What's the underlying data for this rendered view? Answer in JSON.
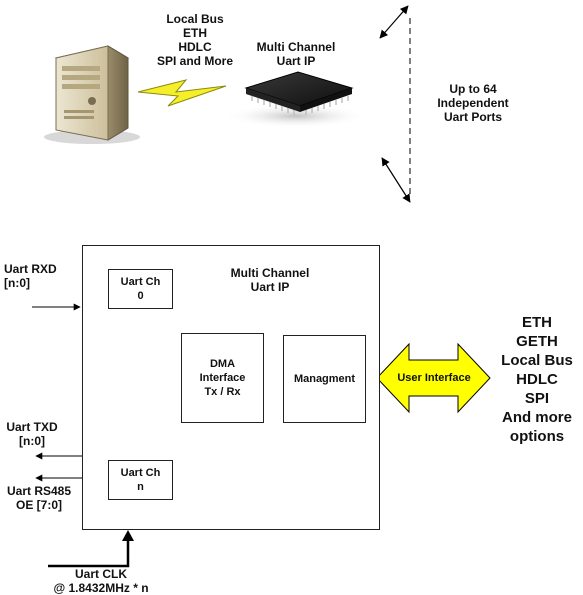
{
  "top": {
    "bus_label": "Local Bus\nETH\nHDLC\nSPI and More",
    "chip_label": "Multi Channel\nUart IP",
    "ports_label": "Up to 64\nIndependent\nUart Ports",
    "icons": [
      "server-computer",
      "lightning-bolt",
      "ic-chip"
    ]
  },
  "diagram": {
    "main_title": "Multi Channel\nUart IP",
    "uart_ch0": "Uart Ch\n0",
    "uart_chn": "Uart Ch\nn",
    "dma": "DMA\nInterface\nTx / Rx",
    "management": "Managment",
    "user_interface": "User Interface",
    "rxd": "Uart RXD\n[n:0]",
    "txd": "Uart TXD\n[n:0]",
    "rs485": "Uart RS485\nOE [7:0]",
    "clk": "Uart CLK\n@ 1.8432MHz * n",
    "options": "ETH\nGETH\nLocal Bus\nHDLC\nSPI\nAnd more\noptions"
  },
  "colors": {
    "arrow_yellow": "#ffff00",
    "bolt_yellow": "#f5ef2a",
    "chip_black": "#1a1a1a",
    "server_beige": "#d9cfb4"
  }
}
